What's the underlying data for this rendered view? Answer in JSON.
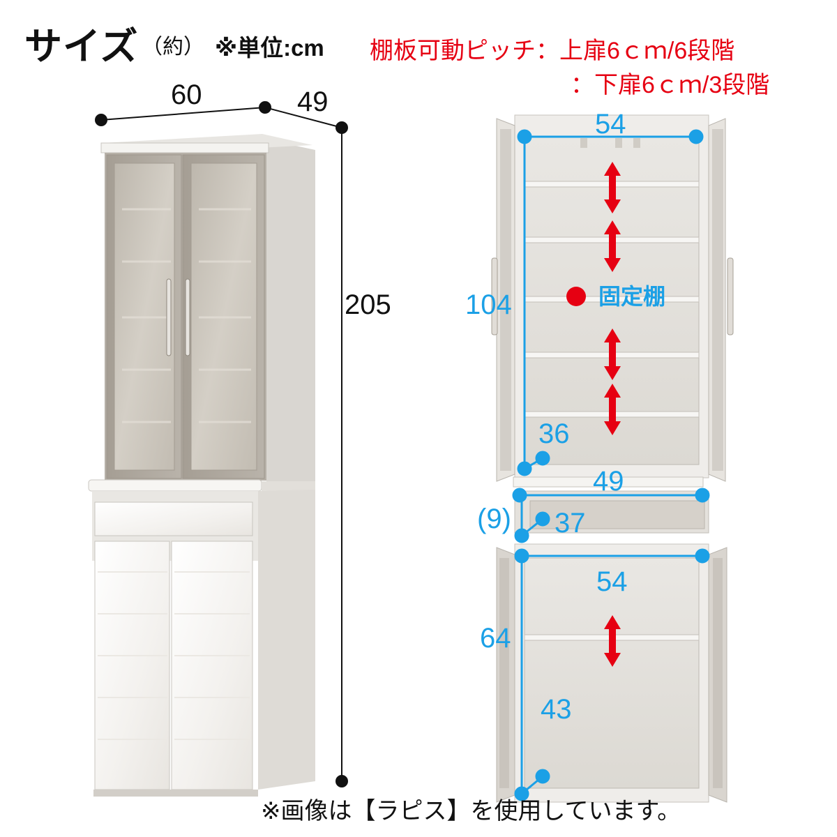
{
  "header": {
    "title": "サイズ",
    "approx": "（約）",
    "unit_note": "※単位:cm",
    "pitch_upper": "棚板可動ピッチ：上扉6ｃｍ/6段階",
    "pitch_lower": "：下扉6ｃｍ/3段階"
  },
  "overall_dimensions": {
    "width": "60",
    "depth": "49",
    "height": "205"
  },
  "interior_dimensions": {
    "upper_inner_width": "54",
    "upper_inner_height": "104",
    "upper_inner_depth": "36",
    "drawer_width": "49",
    "drawer_height": "(9)",
    "drawer_depth": "37",
    "lower_inner_width": "54",
    "lower_inner_height": "64",
    "lower_inner_depth": "43"
  },
  "legend": {
    "fixed_shelf": "固定棚"
  },
  "caption": "※画像は【ラピス】を使用しています。",
  "colors": {
    "accent_red": "#e60012",
    "dimension_blue": "#1ba0e6"
  }
}
